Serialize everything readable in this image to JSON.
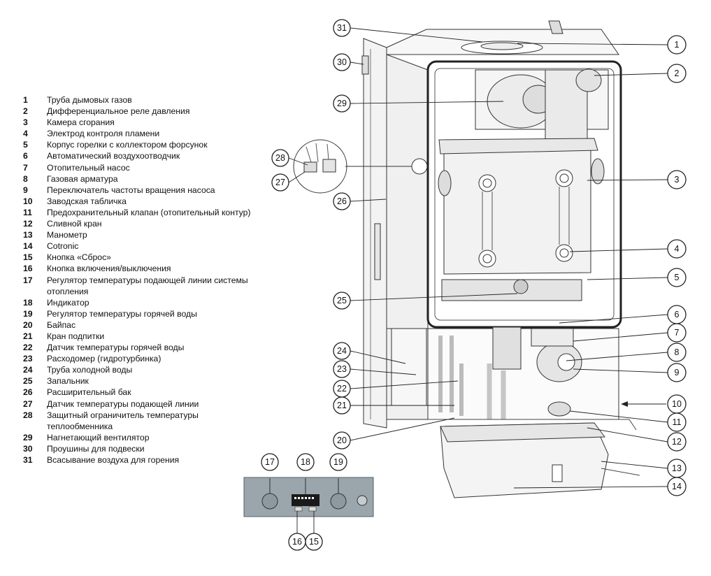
{
  "legend": [
    {
      "num": "1",
      "text": "Труба дымовых газов"
    },
    {
      "num": "2",
      "text": "Дифференциальное реле давления"
    },
    {
      "num": "3",
      "text": "Камера сгорания"
    },
    {
      "num": "4",
      "text": "Электрод контроля пламени"
    },
    {
      "num": "5",
      "text": "Корпус горелки с коллектором форсунок"
    },
    {
      "num": "6",
      "text": "Автоматический воздухоотводчик"
    },
    {
      "num": "7",
      "text": "Отопительный насос"
    },
    {
      "num": "8",
      "text": "Газовая арматура"
    },
    {
      "num": "9",
      "text": "Переключатель частоты вращения насоса"
    },
    {
      "num": "10",
      "text": "Заводская табличка"
    },
    {
      "num": "11",
      "text": "Предохранительный клапан (отопительный контур)"
    },
    {
      "num": "12",
      "text": "Сливной кран"
    },
    {
      "num": "13",
      "text": "Манометр"
    },
    {
      "num": "14",
      "text": "Cotronic"
    },
    {
      "num": "15",
      "text": "Кнопка «Сброс»"
    },
    {
      "num": "16",
      "text": "Кнопка включения/выключения"
    },
    {
      "num": "17",
      "text": "Регулятор температуры подающей линии системы",
      "cont": "отопления"
    },
    {
      "num": "18",
      "text": "Индикатор"
    },
    {
      "num": "19",
      "text": "Регулятор температуры горячей воды"
    },
    {
      "num": "20",
      "text": "Байпас"
    },
    {
      "num": "21",
      "text": "Кран подпитки"
    },
    {
      "num": "22",
      "text": "Датчик температуры горячей воды"
    },
    {
      "num": "23",
      "text": "Расходомер (гидротурбинка)"
    },
    {
      "num": "24",
      "text": "Труба холодной воды"
    },
    {
      "num": "25",
      "text": "Запальник"
    },
    {
      "num": "26",
      "text": "Расширительный бак"
    },
    {
      "num": "27",
      "text": "Датчик температуры подающей линии"
    },
    {
      "num": "28",
      "text": "Защитный ограничитель температуры",
      "cont": "теплообменника"
    },
    {
      "num": "29",
      "text": "Нагнетающий вентилятор"
    },
    {
      "num": "30",
      "text": "Проушины для подвески"
    },
    {
      "num": "31",
      "text": "Всасывание воздуха для горения"
    }
  ],
  "callouts": [
    "1",
    "2",
    "3",
    "4",
    "5",
    "6",
    "7",
    "8",
    "9",
    "10",
    "11",
    "12",
    "13",
    "14",
    "15",
    "16",
    "17",
    "18",
    "19",
    "20",
    "21",
    "22",
    "23",
    "24",
    "25",
    "26",
    "27",
    "28",
    "29",
    "30",
    "31"
  ],
  "colors": {
    "line": "#222222",
    "panel": "#9aa6ab",
    "panel_dark": "#6f7b80",
    "display": "#1a1a1a"
  }
}
